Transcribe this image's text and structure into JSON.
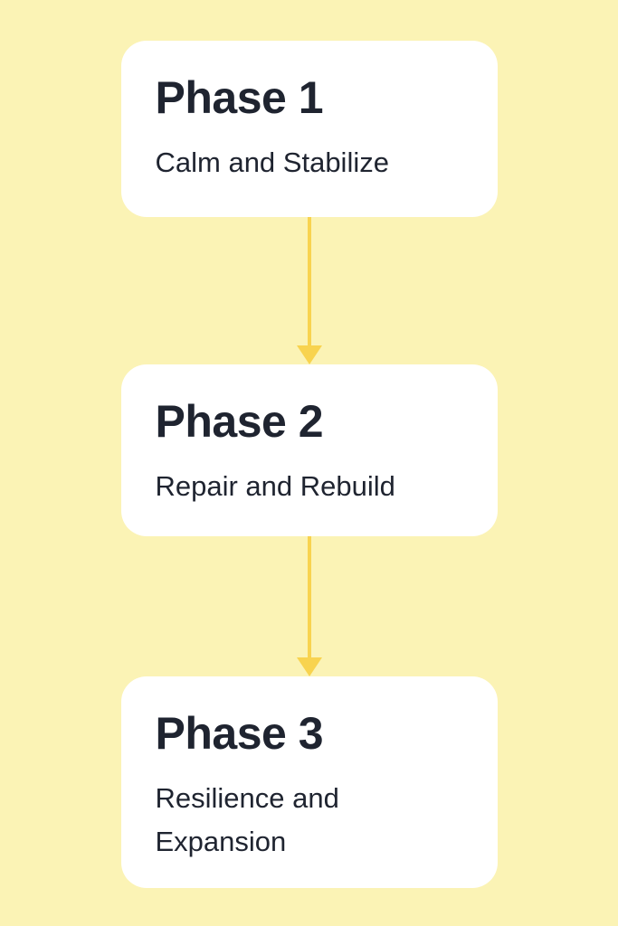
{
  "diagram": {
    "type": "flowchart",
    "direction": "top-down",
    "colors": {
      "background": "#fbf3b5",
      "card": "#ffffff",
      "text": "#1f2430",
      "arrow": "#f8d34f"
    },
    "phases": [
      {
        "title": "Phase 1",
        "subtitle": "Calm and Stabilize"
      },
      {
        "title": "Phase 2",
        "subtitle": "Repair and Rebuild"
      },
      {
        "title": "Phase 3",
        "subtitle": "Resilience and Expansion"
      }
    ],
    "connectors": [
      {
        "from": "Phase 1",
        "to": "Phase 2",
        "style": "down-arrow"
      },
      {
        "from": "Phase 2",
        "to": "Phase 3",
        "style": "down-arrow"
      }
    ]
  }
}
